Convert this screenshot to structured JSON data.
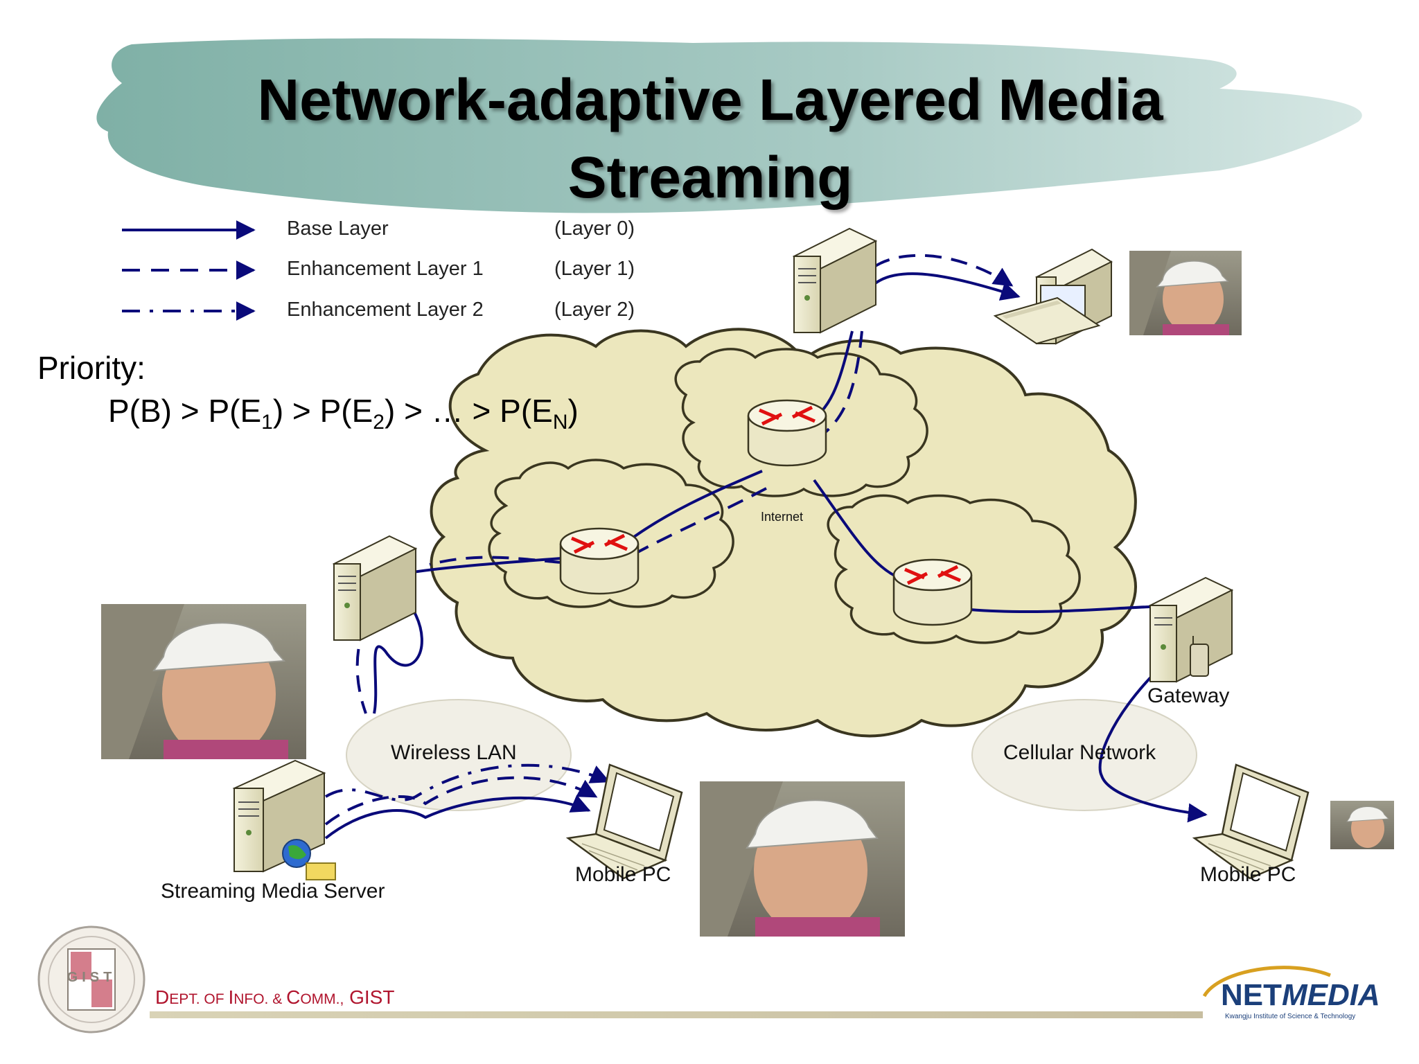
{
  "title": {
    "line1": "Network-adaptive Layered Media",
    "line2": "Streaming"
  },
  "legend": [
    {
      "name": "Base Layer",
      "layer": "(Layer 0)",
      "style": "solid"
    },
    {
      "name": "Enhancement Layer 1",
      "layer": "(Layer 1)",
      "style": "dashed"
    },
    {
      "name": "Enhancement Layer 2",
      "layer": "(Layer 2)",
      "style": "dash-dot"
    }
  ],
  "priority": {
    "label": "Priority:",
    "p_b": "P(B)",
    "gt": ">",
    "p_e1_pre": "P(E",
    "e1_sub": "1",
    "p_close": ")",
    "e2_sub": "2",
    "ellipsis": "…",
    "en_sub": "N"
  },
  "diagram": {
    "internet_label": "Internet",
    "wireless_lan_label": "Wireless LAN",
    "cellular_label": "Cellular Network",
    "gateway_label": "Gateway",
    "mobile_pc_1_label": "Mobile PC",
    "mobile_pc_2_label": "Mobile PC",
    "server_label": "Streaming Media Server"
  },
  "footer": {
    "dept_D": "D",
    "dept_ept": "EPT.",
    "dept_of": " OF ",
    "dept_I": "I",
    "dept_nfo": "NFO.",
    "dept_amp": " & ",
    "dept_C": "C",
    "dept_omm": "OMM.,",
    "dept_gist": " GIST",
    "logo_net": "NET",
    "logo_media": "MEDIA",
    "logo_sub": "Kwangju Institute of Science & Technology",
    "seal_text": "GIST"
  },
  "colors": {
    "arrow_navy": "#0a0a7a",
    "cloud_fill": "#ece7bd",
    "cloud_stroke": "#3a3620",
    "router_arrow": "#e01010",
    "banner_teal": "#8ab5ac",
    "footer_red": "#b0142d"
  }
}
